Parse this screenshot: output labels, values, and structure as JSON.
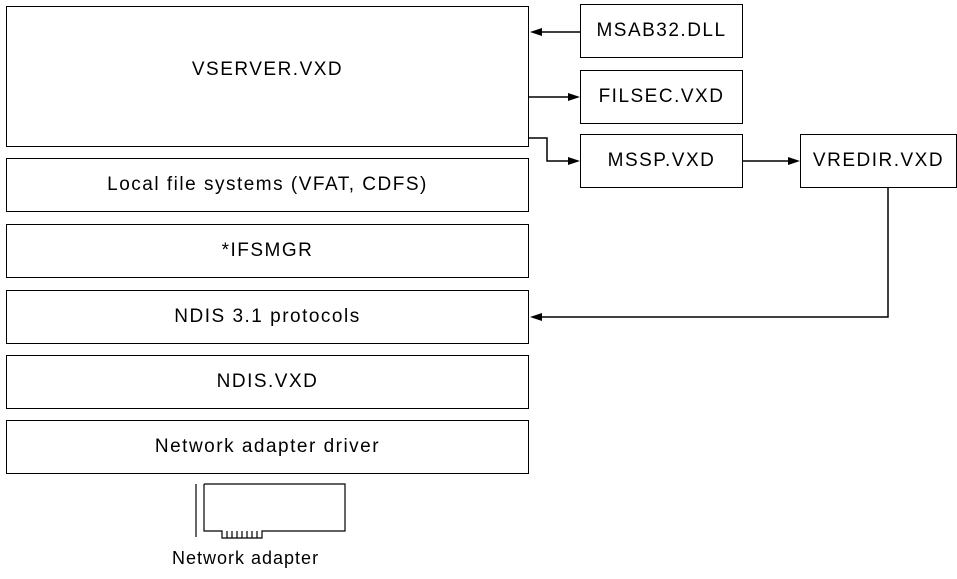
{
  "diagram": {
    "vserver_label": "VSERVER.VXD",
    "layers": {
      "local_fs": "Local file systems (VFAT, CDFS)",
      "ifsmgr": "*IFSMGR",
      "ndis31": "NDIS 3.1 protocols",
      "ndis_vxd": "NDIS.VXD",
      "adapter_driver": "Network adapter driver"
    },
    "components": {
      "msab": "MSAB32.DLL",
      "filsec": "FILSEC.VXD",
      "mssp": "MSSP.VXD",
      "vredir": "VREDIR.VXD"
    },
    "adapter_label": "Network adapter",
    "line_color": "#000000"
  }
}
